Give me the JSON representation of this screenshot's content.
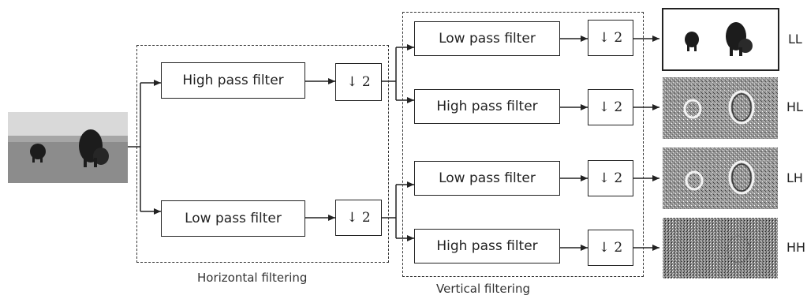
{
  "labels": {
    "high_pass": "High pass filter",
    "low_pass": "Low pass filter",
    "downsample": "↓ 2"
  },
  "captions": {
    "horizontal": "Horizontal filtering",
    "vertical": "Vertical filtering"
  },
  "subbands": [
    "LL",
    "HL",
    "LH",
    "HH"
  ],
  "colors": {
    "line": "#222222",
    "dash": "#333333",
    "sky": "#dcdcdc",
    "grass": "#8e8e8e",
    "animal": "#1c1c1c"
  }
}
